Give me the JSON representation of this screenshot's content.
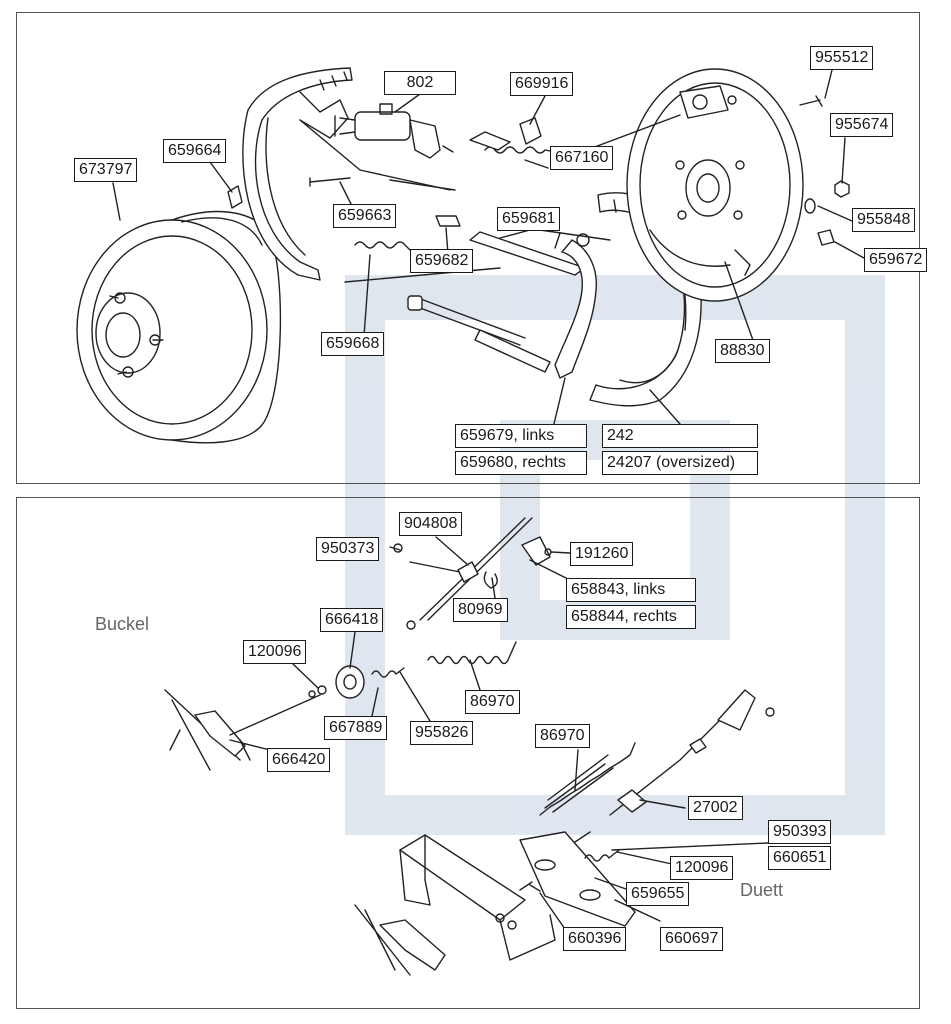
{
  "colors": {
    "line": "#222222",
    "frame": "#555555",
    "watermark": "#d3dbe7",
    "background": "#ffffff"
  },
  "top_panel": {
    "labels": {
      "p673797": "673797",
      "p659664": "659664",
      "p802": "802",
      "p669916": "669916",
      "p667160": "667160",
      "p955512": "955512",
      "p955674": "955674",
      "p955848": "955848",
      "p659672": "659672",
      "p659663": "659663",
      "p659681": "659681",
      "p659682": "659682",
      "p659668": "659668",
      "p88830": "88830",
      "p659679": "659679, links",
      "p659680": "659680, rechts",
      "p242": "242",
      "p24207": "24207 (oversized)"
    }
  },
  "bottom_panel": {
    "annotations": {
      "buckel": "Buckel",
      "duett": "Duett"
    },
    "labels": {
      "p904808": "904808",
      "p950373": "950373",
      "p191260": "191260",
      "p658843": "658843, links",
      "p658844": "658844, rechts",
      "p80969": "80969",
      "p666418": "666418",
      "p120096a": "120096",
      "p86970a": "86970",
      "p667889": "667889",
      "p955826": "955826",
      "p666420": "666420",
      "p86970b": "86970",
      "p27002": "27002",
      "p950393": "950393",
      "p660651": "660651",
      "p120096b": "120096",
      "p659655": "659655",
      "p660396": "660396",
      "p660697": "660697"
    }
  }
}
